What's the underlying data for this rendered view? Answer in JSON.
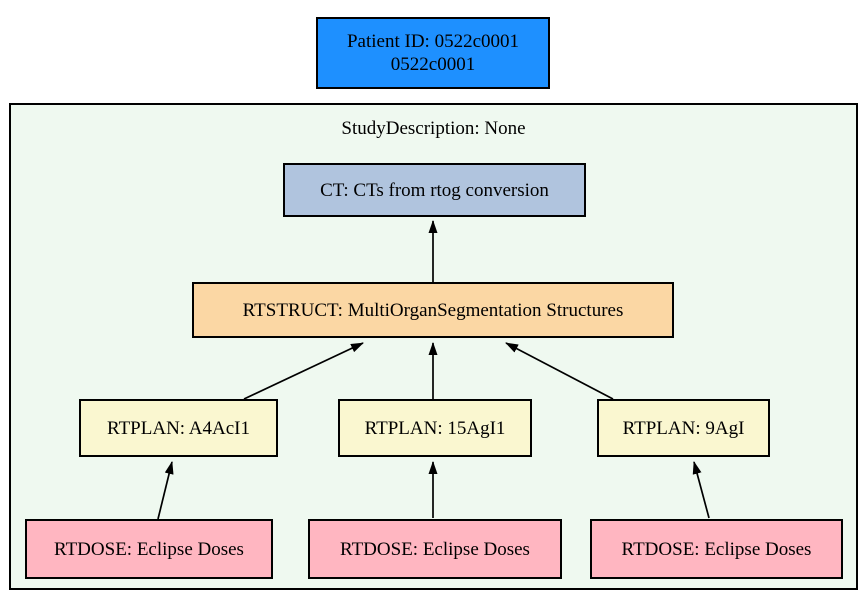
{
  "colors": {
    "patient_fill": "#1e90ff",
    "study_fill": "#eff9f0",
    "ct_fill": "#b0c4de",
    "rtstruct_fill": "#fbd7a4",
    "rtplan_fill": "#faf7d0",
    "rtdose_fill": "#ffb6c1",
    "border": "#000000",
    "page_bg": "#ffffff"
  },
  "patient": {
    "line1": "Patient ID: 0522c0001",
    "line2": "0522c0001"
  },
  "study": {
    "label": "StudyDescription: None"
  },
  "nodes": {
    "ct": {
      "label": "CT: CTs from rtog conversion"
    },
    "rtstruct": {
      "label": "RTSTRUCT: MultiOrganSegmentation Structures"
    },
    "rtplan_1": {
      "label": "RTPLAN: A4AcI1"
    },
    "rtplan_2": {
      "label": "RTPLAN: 15AgI1"
    },
    "rtplan_3": {
      "label": "RTPLAN: 9AgI"
    },
    "rtdose_1": {
      "label": "RTDOSE: Eclipse Doses"
    },
    "rtdose_2": {
      "label": "RTDOSE: Eclipse Doses"
    },
    "rtdose_3": {
      "label": "RTDOSE: Eclipse Doses"
    }
  },
  "edges": [
    {
      "from": "rtstruct",
      "to": "ct"
    },
    {
      "from": "rtplan_1",
      "to": "rtstruct"
    },
    {
      "from": "rtplan_2",
      "to": "rtstruct"
    },
    {
      "from": "rtplan_3",
      "to": "rtstruct"
    },
    {
      "from": "rtdose_1",
      "to": "rtplan_1"
    },
    {
      "from": "rtdose_2",
      "to": "rtplan_2"
    },
    {
      "from": "rtdose_3",
      "to": "rtplan_3"
    }
  ]
}
